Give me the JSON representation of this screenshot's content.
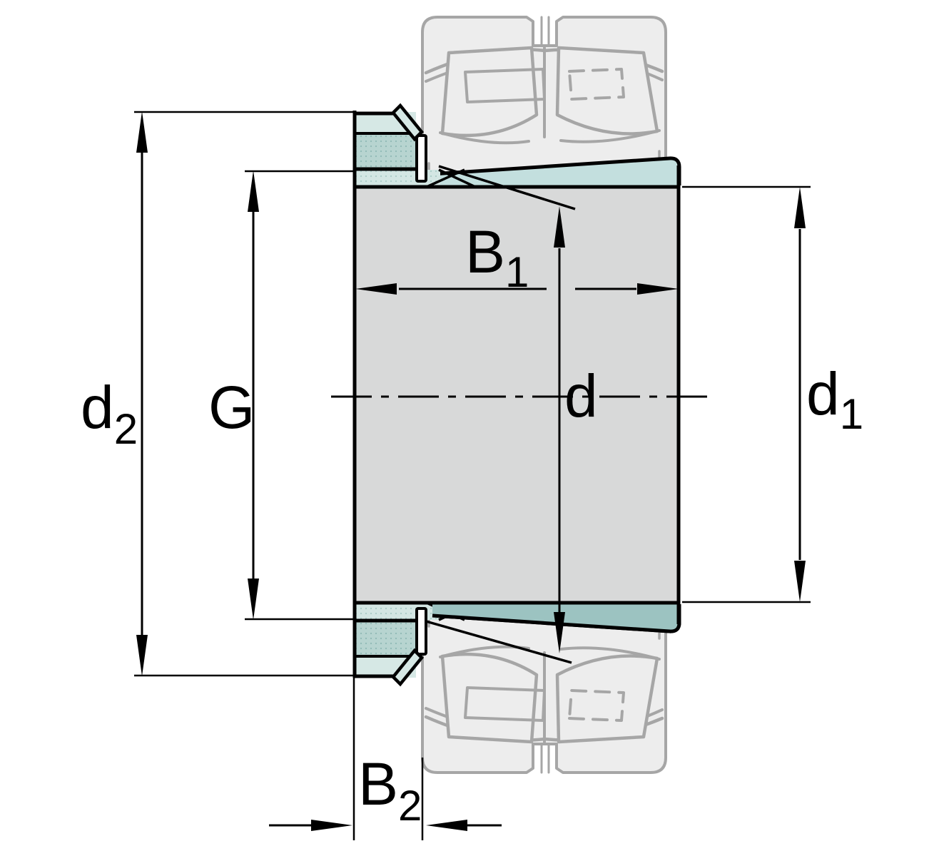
{
  "drawing": {
    "dimension_labels": {
      "d2": {
        "main": "d",
        "sub": "2"
      },
      "g": {
        "main": "G",
        "sub": ""
      },
      "b1": {
        "main": "B",
        "sub": "1"
      },
      "d": {
        "main": "d",
        "sub": ""
      },
      "d1": {
        "main": "d",
        "sub": "1"
      },
      "b2": {
        "main": "B",
        "sub": "2"
      }
    },
    "colors": {
      "background": "#ffffff",
      "body_gray": "#d8d9d9",
      "taper_top_teal": "#c3dfde",
      "taper_bottom_teal": "#9cc3c1",
      "nut_light_teal": "#d6e8e5",
      "nut_dotted_teal": "#b7d4d0",
      "thread_dotted_teal": "#d3e6e3",
      "bearing_ghost_fill": "#ededed",
      "bearing_ghost_stroke": "#a6a6a6",
      "outline_black": "#000000",
      "washer_white": "#ffffff"
    }
  }
}
